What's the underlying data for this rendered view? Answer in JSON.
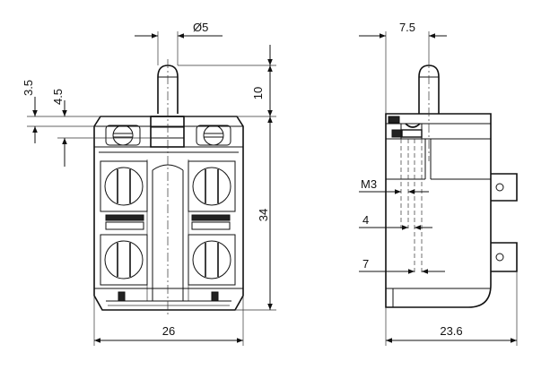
{
  "front_view": {
    "dim_diameter": "Ø5",
    "dim_plunger_height": "10",
    "dim_offset_small": "3.5",
    "dim_offset_medium": "4.5",
    "dim_body_height": "34",
    "dim_body_width": "26"
  },
  "side_view": {
    "dim_plunger_offset": "7.5",
    "dim_thread": "M3",
    "dim_depth_4": "4",
    "dim_depth_7": "7",
    "dim_body_depth": "23.6"
  }
}
